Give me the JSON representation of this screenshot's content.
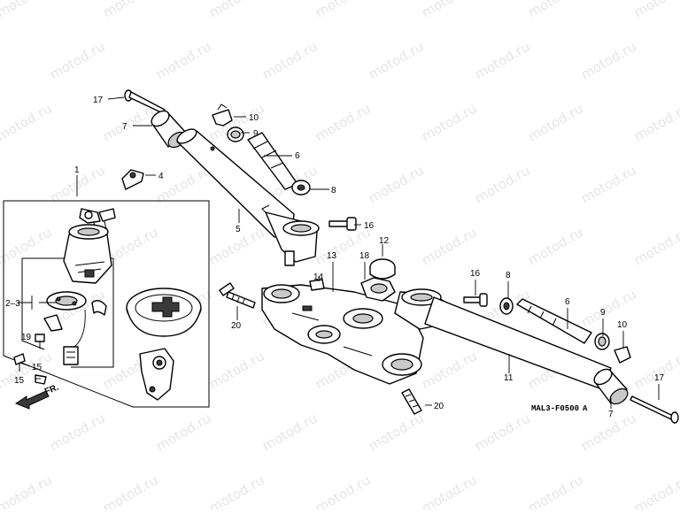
{
  "watermark": {
    "text": "motod.ru"
  },
  "diagram": {
    "code": "MAL3-F0500",
    "code_suffix": "A",
    "direction_label": "FR.",
    "callouts": {
      "c1": "1",
      "c2_3": "2–3",
      "c4": "4",
      "c5": "5",
      "c6a": "6",
      "c6b": "6",
      "c7a": "7",
      "c7b": "7",
      "c8a": "8",
      "c8b": "8",
      "c9a": "9",
      "c9b": "9",
      "c10a": "10",
      "c10b": "10",
      "c11": "11",
      "c12": "12",
      "c13": "13",
      "c14": "14",
      "c15a": "15",
      "c15b": "15",
      "c16a": "16",
      "c16b": "16",
      "c17a": "17",
      "c17b": "17",
      "c18": "18",
      "c19": "19",
      "c20a": "20",
      "c20b": "20"
    }
  }
}
